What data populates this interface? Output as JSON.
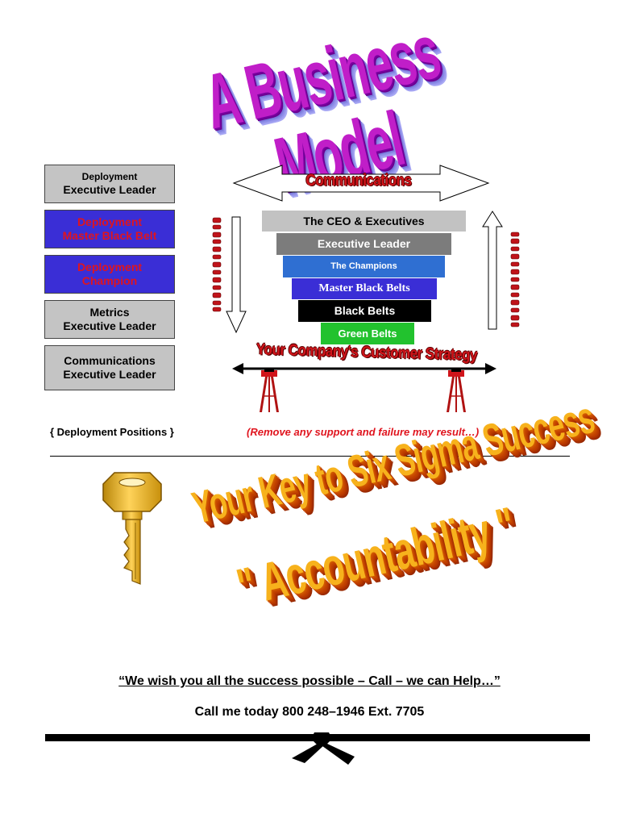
{
  "title": "A Business Model",
  "positions": [
    {
      "line1": "Deployment",
      "line2": "Executive Leader",
      "style": "gray"
    },
    {
      "line1": "Deployment",
      "line2": "Master Black Belt",
      "style": "blue"
    },
    {
      "line1": "Deployment",
      "line2": "Champion",
      "style": "blue"
    },
    {
      "line1": "Metrics",
      "line2": "Executive Leader",
      "style": "gray"
    },
    {
      "line1": "Communications",
      "line2": "Executive Leader",
      "style": "gray"
    }
  ],
  "positions_caption": "{ Deployment Positions }",
  "communications_label": "Communications",
  "pyramid": [
    {
      "label": "The CEO & Executives",
      "bg": "#c2c2c2",
      "color": "#000000"
    },
    {
      "label": "Executive  Leader",
      "bg": "#7c7c7c",
      "color": "#ffffff"
    },
    {
      "label": "The   Champions",
      "bg": "#2f6fd2",
      "color": "#ffffff"
    },
    {
      "label": "Master Black Belts",
      "bg": "#3a2ed6",
      "color": "#ffffff"
    },
    {
      "label": "Black  Belts",
      "bg": "#000000",
      "color": "#ffffff"
    },
    {
      "label": "Green Belts",
      "bg": "#22c22e",
      "color": "#ffffff"
    }
  ],
  "strategy_label": "Your Company's Customer Strategy",
  "support_caption": "(Remove any support and failure may result…)",
  "key_slogan": "Your Key to Six Sigma Success",
  "accountability": "\" Accountability \"",
  "wish_text": "“We wish you all the success possible – Call – we can Help…”",
  "call_text": "Call me today 800 248–1946  Ext. 7705",
  "colors": {
    "title": "#c01ec8",
    "red_text": "#e0141e",
    "gold": "#f7b21c"
  },
  "icons": [
    "key-icon",
    "tripod-icon",
    "double-arrow-icon",
    "down-arrow-icon",
    "up-arrow-icon",
    "bow-tie-divider-icon"
  ]
}
